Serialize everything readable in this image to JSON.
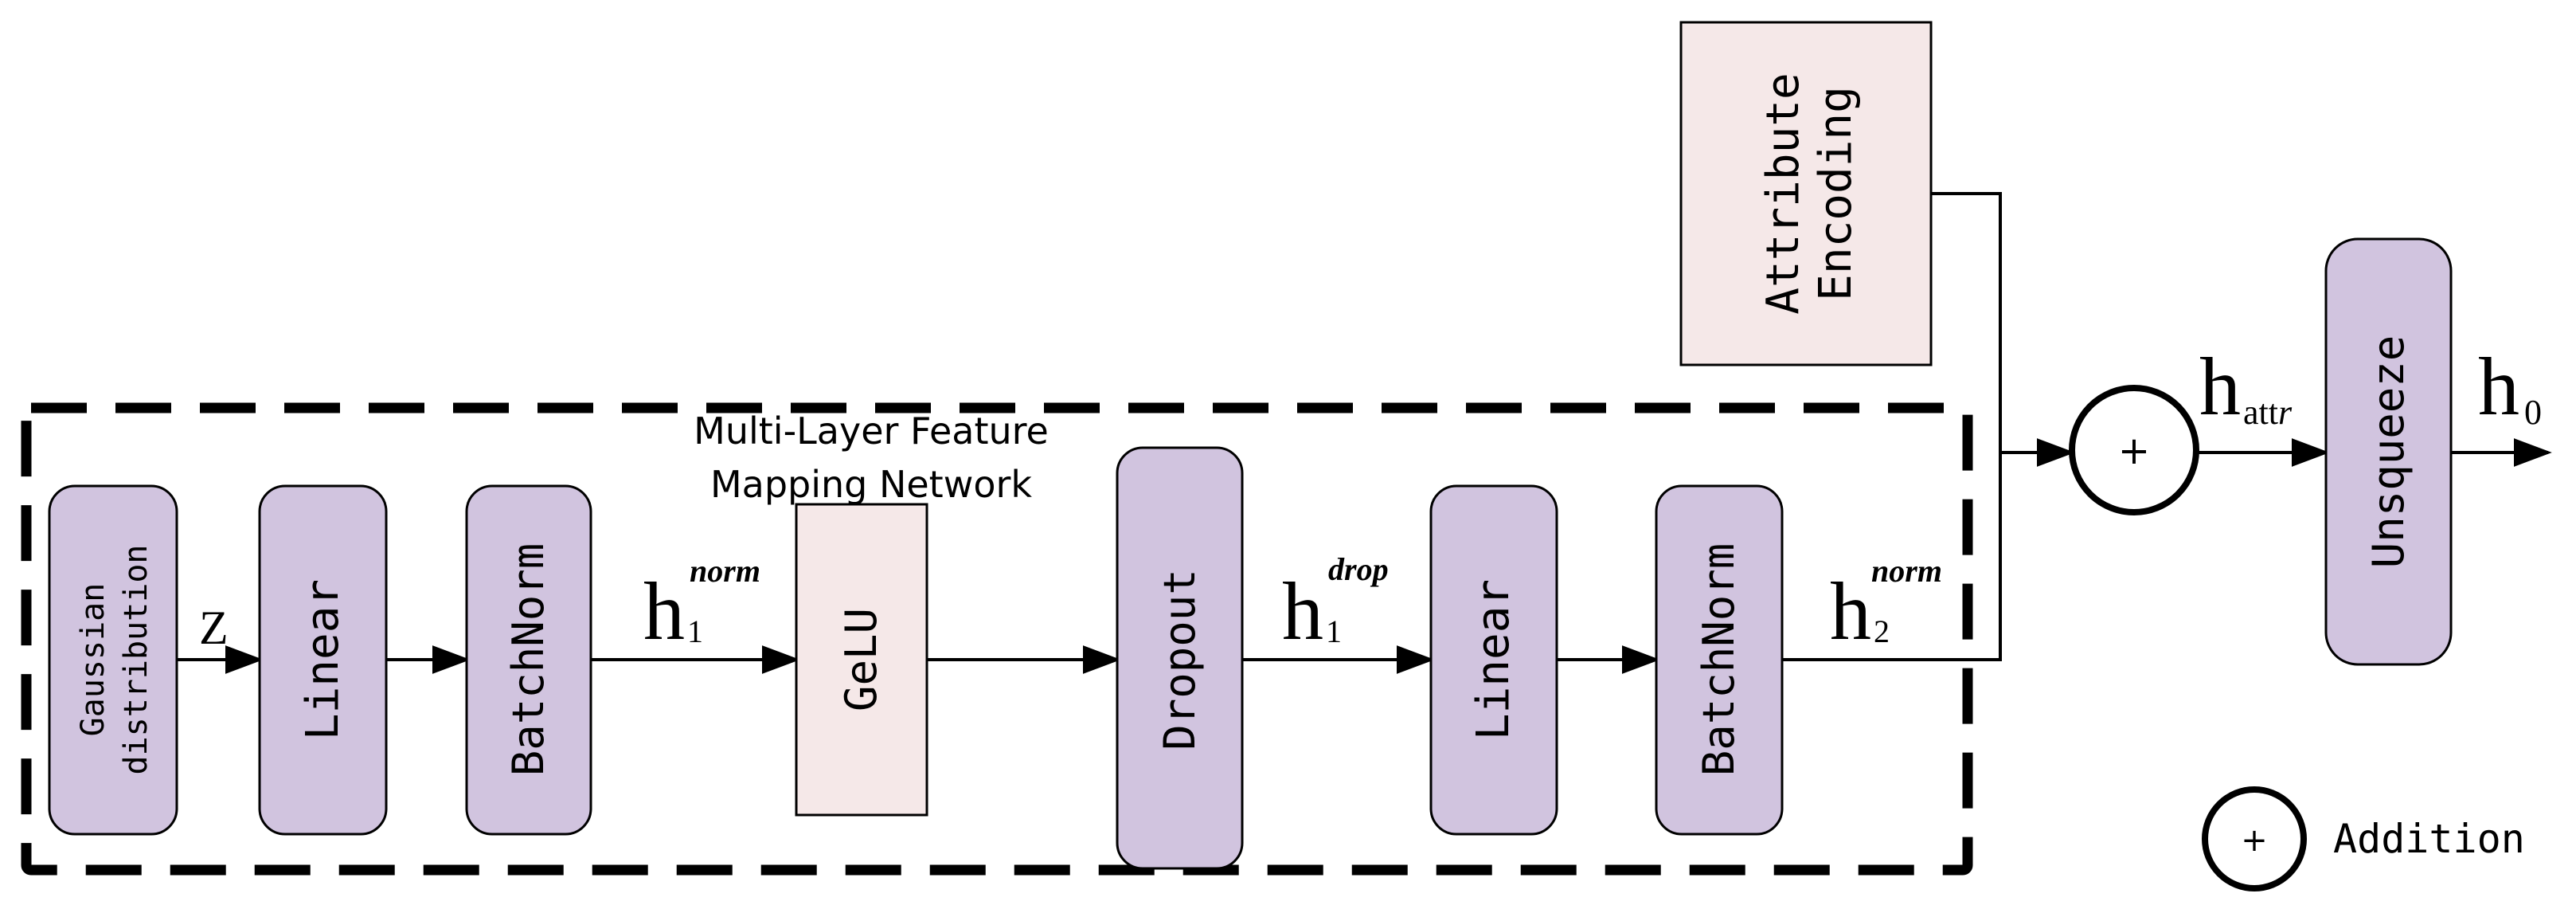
{
  "group": {
    "title_line1": "Multi-Layer Feature",
    "title_line2": "Mapping Network"
  },
  "blocks": {
    "gaussian_line1": "Gaussian",
    "gaussian_line2": "distribution",
    "linear1": "Linear",
    "batchnorm1": "BatchNorm",
    "gelu": "GeLU",
    "dropout": "Dropout",
    "linear2": "Linear",
    "batchnorm2": "BatchNorm",
    "attribute_line1": "Attribute",
    "attribute_line2": "Encoding",
    "unsqueeze": "Unsqueeze"
  },
  "labels": {
    "z": "Z",
    "h1norm_base": "h",
    "h1norm_sub": "1",
    "h1norm_sup": "norm",
    "h1drop_base": "h",
    "h1drop_sub": "1",
    "h1drop_sup": "drop",
    "h2norm_base": "h",
    "h2norm_sub": "2",
    "h2norm_sup": "norm",
    "hattr_base": "h",
    "hattr_sub_plain": "att",
    "hattr_sub_italic": "r",
    "h0_base": "h",
    "h0_sub": "0"
  },
  "operators": {
    "plus": "+"
  },
  "legend": {
    "symbol": "+",
    "label": "Addition"
  },
  "colors": {
    "purple_fill": "#d1c4df",
    "pink_fill": "#f5e8e8",
    "stroke": "#000000"
  }
}
